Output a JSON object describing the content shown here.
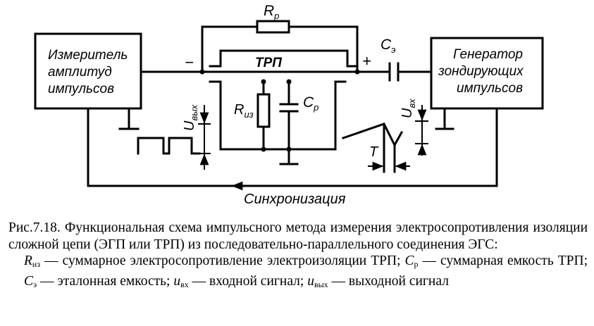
{
  "diagram": {
    "blocks": {
      "meter": [
        "Измеритель",
        "амплитуд",
        "импульсов"
      ],
      "generator": [
        "Генератор",
        "зондирующих",
        "импульсов"
      ]
    },
    "labels": {
      "rp": "R",
      "rp_sub": "р",
      "trp": "ТРП",
      "minus": "−",
      "plus": "+",
      "ce": "C",
      "ce_sub": "э",
      "riz": "R",
      "riz_sub": "из",
      "cp": "C",
      "cp_sub": "р",
      "uout": "U",
      "uout_sub": "вых",
      "uin": "U",
      "uin_sub": "вх",
      "period": "T",
      "sync": "Синхронизация"
    }
  },
  "caption": {
    "title": "Рис.7.18. Функциональная схема импульсного метода измерения электросопротивления изоляции сложной цепи (ЭГП или ТРП) из последовательно-параллельного соединения ЭГС:",
    "riz_sym": "R",
    "riz_sub": "из",
    "riz_text": " — суммарное электросопротивление электроизоляции ТРП; ",
    "cp_sym": "C",
    "cp_sub": "р",
    "cp_text": " — суммарная емкость ТРП; ",
    "ce_sym": "C",
    "ce_sub": "э",
    "ce_text": " — эталонная емкость; ",
    "uin_sym": "u",
    "uin_sub": "вх",
    "uin_text": " — входной сигнал; ",
    "uout_sym": "u",
    "uout_sub": "вых",
    "uout_text": " — выходной сигнал"
  }
}
